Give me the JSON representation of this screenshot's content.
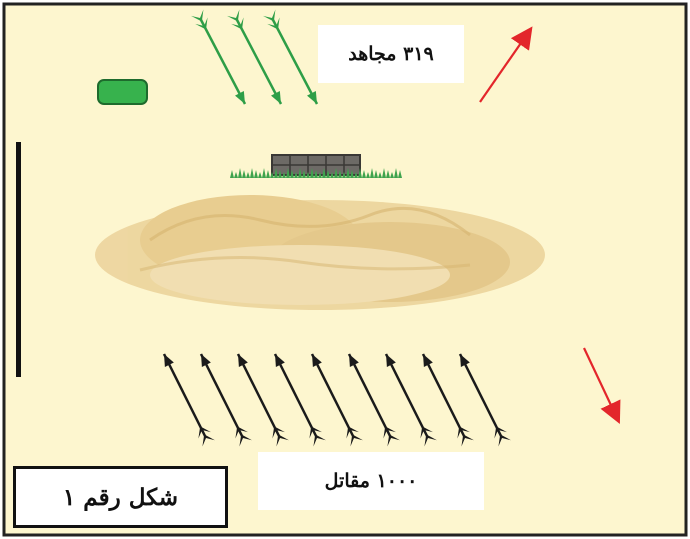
{
  "labels": {
    "mujahideen": "٣١٩ مجاهد",
    "fighters": "١٠٠٠ مقاتل",
    "caption": "شكل رقم ١"
  },
  "colors": {
    "background": "#fdf6cf",
    "friendly_arrows": "#2e9e47",
    "enemy_arrows": "#1b1b1b",
    "movement_arrows": "#e3262b",
    "well_marker": "#37b24d",
    "hill": "#e8c98c",
    "trench": "#6d6a66",
    "grass": "#3fa34d"
  },
  "icons": {
    "friendly_arrow": "green-arrow-down",
    "enemy_arrow": "black-arrow-up",
    "movement_arrow": "red-arrow",
    "hill": "hill-terrain-icon",
    "trench": "stone-wall-icon"
  }
}
